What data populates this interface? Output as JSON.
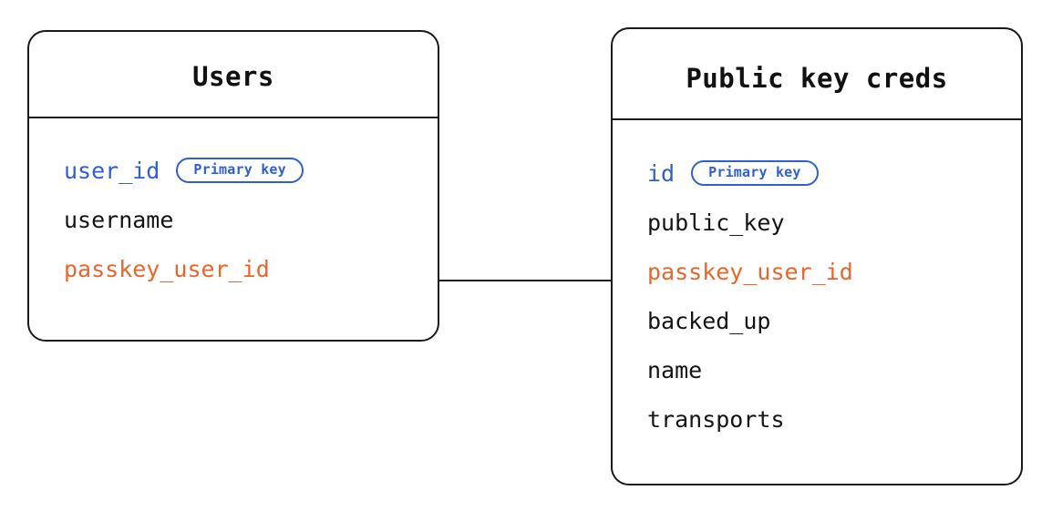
{
  "diagram": {
    "type": "entity-relationship-diagram",
    "background_color": "#ffffff",
    "colors": {
      "border": "#1a1a1a",
      "text": "#141414",
      "primary_key": "#2f5fd0",
      "foreign_key": "#e8662a"
    },
    "badge_label": "Primary key",
    "entities": [
      {
        "id": "users",
        "title": "Users",
        "fields": [
          {
            "name": "user_id",
            "role": "pk",
            "badge": "Primary key"
          },
          {
            "name": "username",
            "role": "plain"
          },
          {
            "name": "passkey_user_id",
            "role": "fk"
          }
        ]
      },
      {
        "id": "public-key-creds",
        "title": "Public key creds",
        "fields": [
          {
            "name": "id",
            "role": "pk",
            "badge": "Primary key"
          },
          {
            "name": "public_key",
            "role": "plain"
          },
          {
            "name": "passkey_user_id",
            "role": "fk"
          },
          {
            "name": "backed_up",
            "role": "plain"
          },
          {
            "name": "name",
            "role": "plain"
          },
          {
            "name": "transports",
            "role": "plain"
          }
        ]
      }
    ],
    "relationships": [
      {
        "from": "users",
        "from_field": "passkey_user_id",
        "to": "public-key-creds",
        "to_field": "passkey_user_id"
      }
    ]
  }
}
